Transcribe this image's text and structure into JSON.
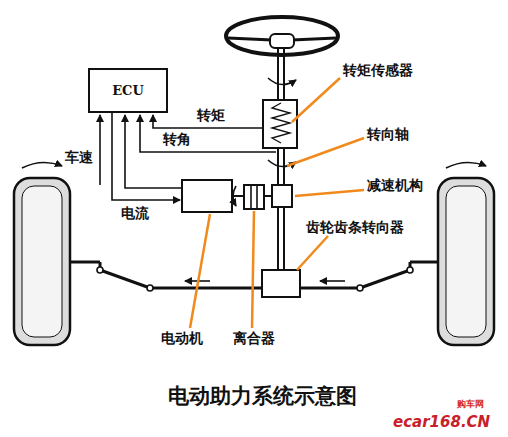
{
  "diagram": {
    "title": "电动助力系统示意图",
    "nodes": [
      {
        "text": [
          "ECU"
        ]
      }
    ],
    "labels": [
      "转矩传感器",
      "转矩",
      "转向轴",
      "转角",
      "车速",
      "减速机构",
      "电流",
      "齿轮齿条转向器",
      "电动机",
      "离合器",
      "购车网",
      "ecar168.CN"
    ]
  }
}
